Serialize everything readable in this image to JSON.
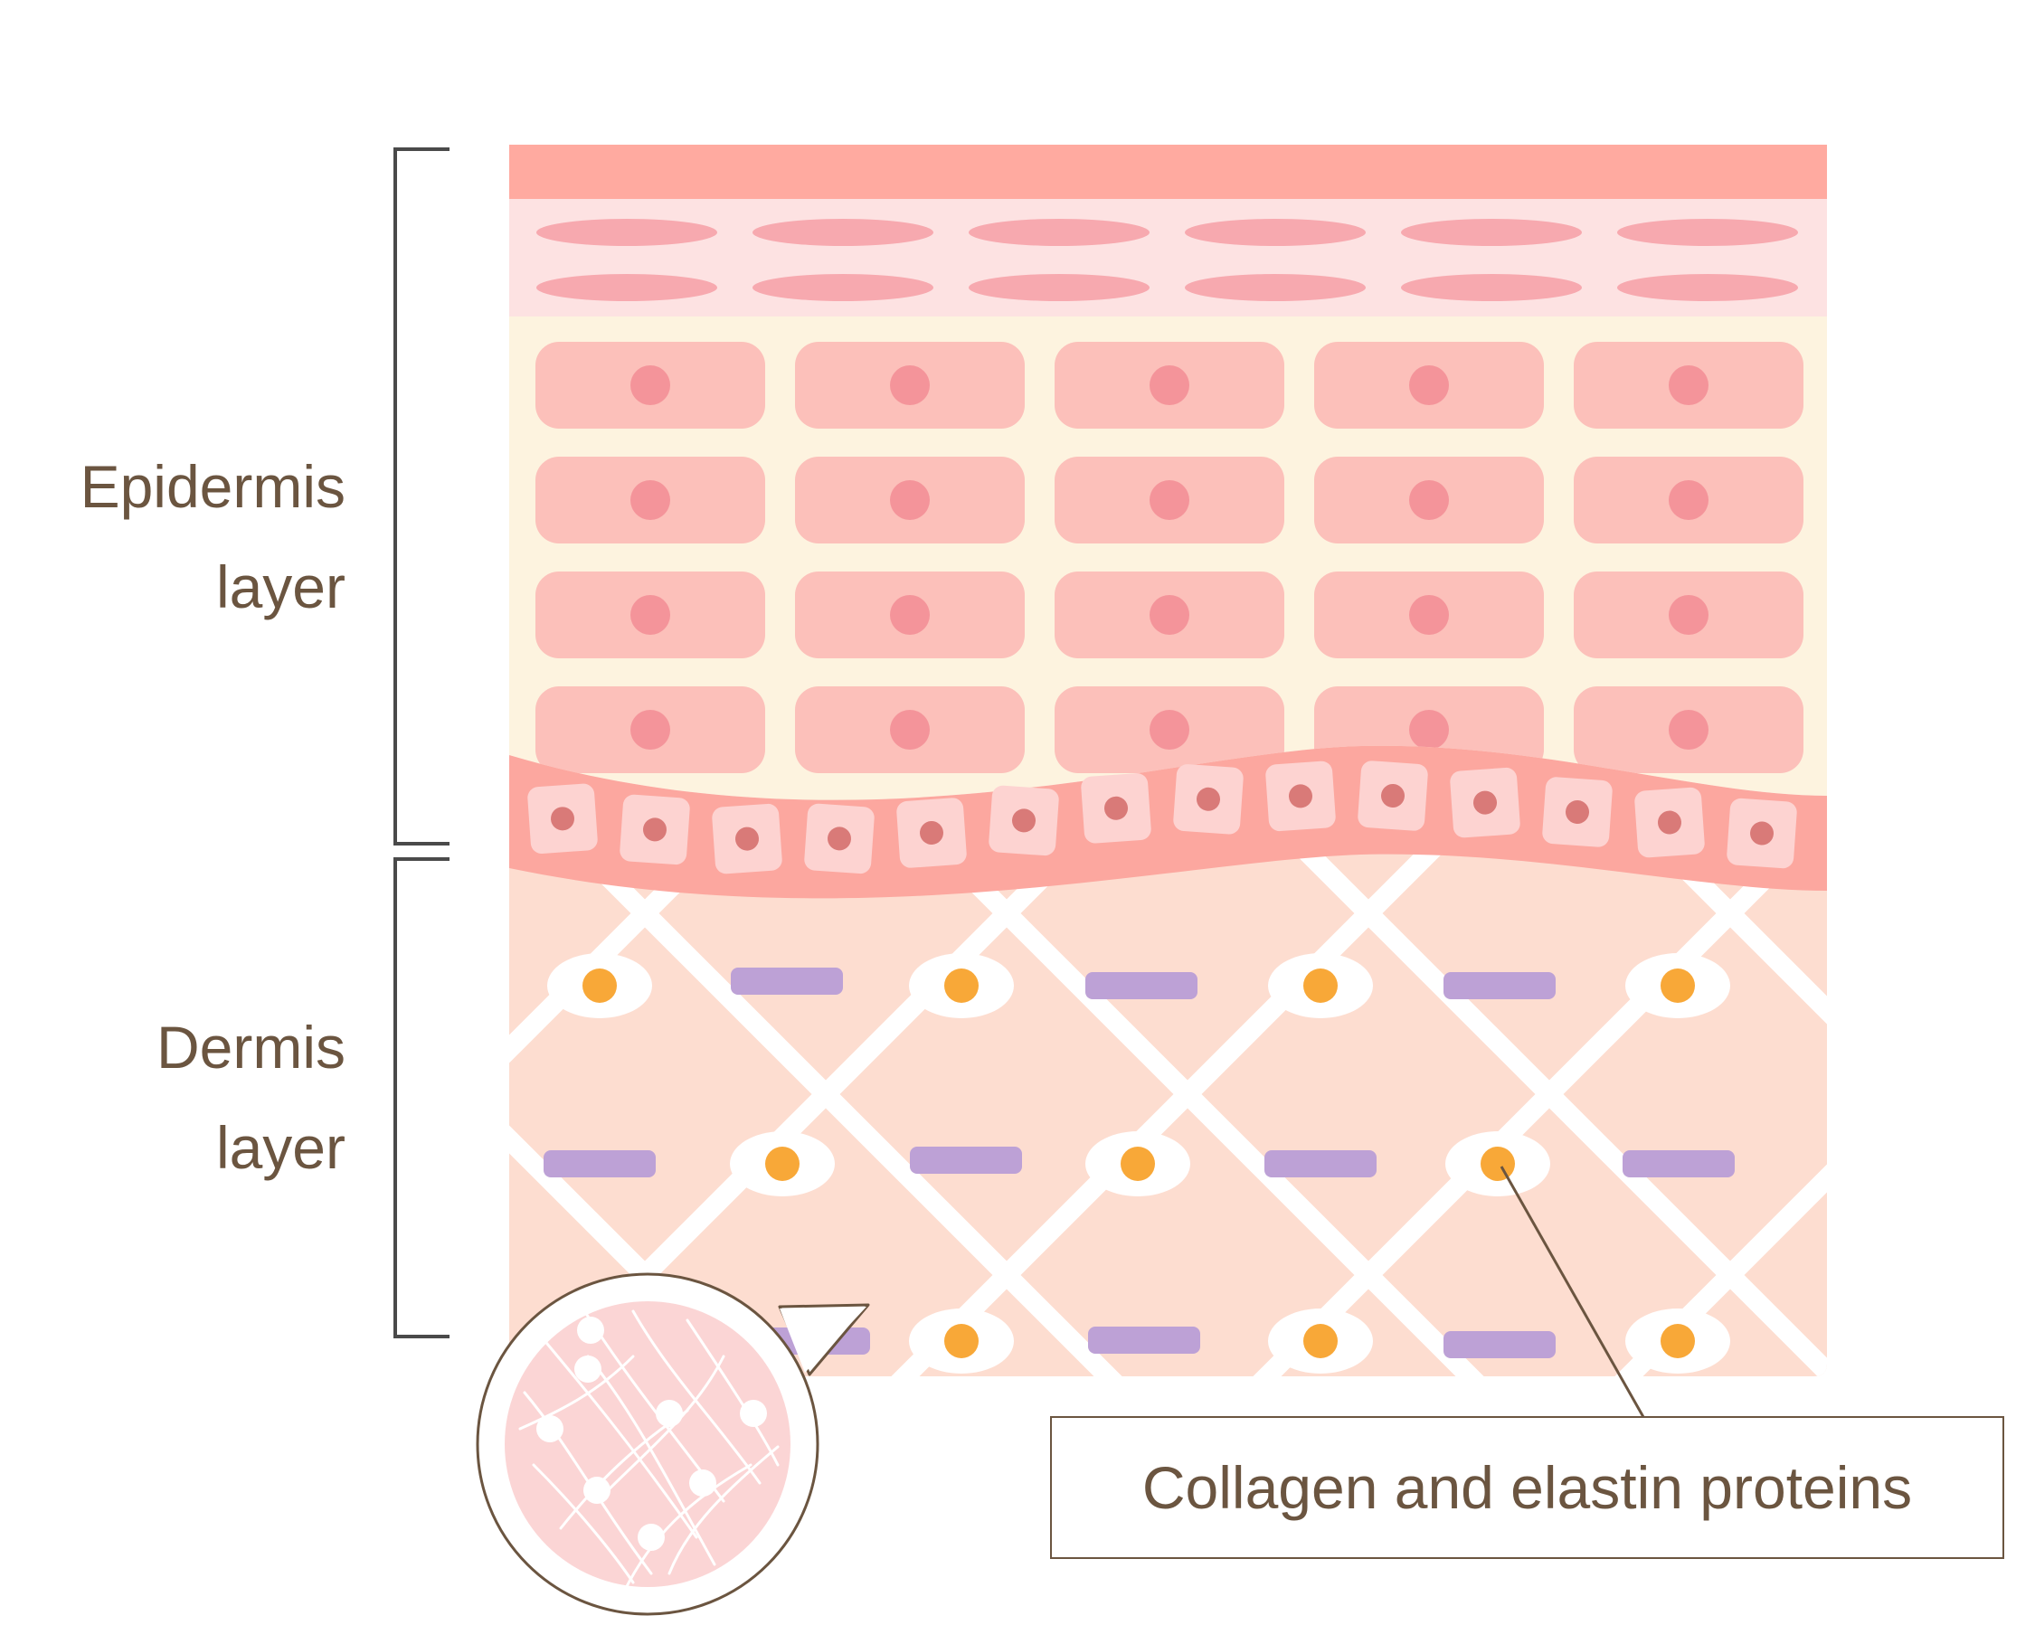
{
  "labels": {
    "epidermis_line1": "Epidermis",
    "epidermis_line2": "layer",
    "dermis_line1": "Dermis",
    "dermis_line2": "layer",
    "callout": "Collagen and elastin proteins"
  },
  "colors": {
    "text": "#6b5540",
    "bracket": "#4a4a4a",
    "stratum_corneum": "#ffaaa0",
    "flat_layer_bg": "#fde2e2",
    "flat_cells": "#f7a9af",
    "spinous_bg": "#fdf3df",
    "spinous_cells": "#fcc0ba",
    "spinous_nuclei": "#f4949a",
    "basal_band": "#fca79f",
    "basal_cells": "#fdd3d1",
    "basal_nuclei": "#d97a78",
    "dermis_bg": "#fdddd0",
    "fibroblast_nucleus": "#f8a838",
    "elastin": "#bda1d6",
    "magnifier_fill": "#fbd5d5"
  },
  "icons": {
    "bracket_epidermis": "bracket-icon",
    "bracket_dermis": "bracket-icon",
    "magnifier": "magnifier-circle-icon"
  }
}
